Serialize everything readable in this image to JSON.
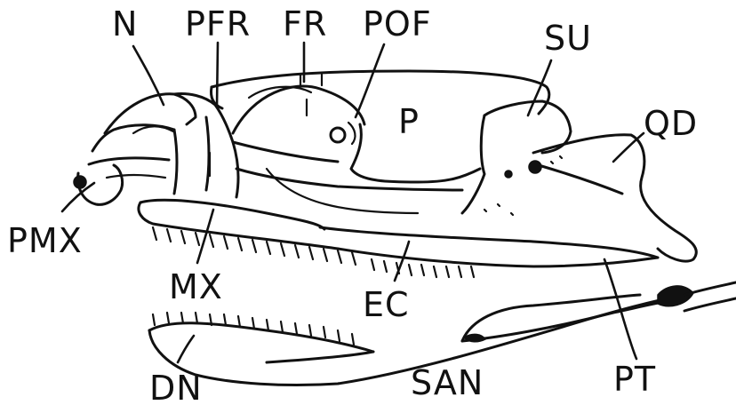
{
  "labels": {
    "N": "N",
    "PFR": "PFR",
    "FR": "FR",
    "POF": "POF",
    "SU": "SU",
    "P": "P",
    "QD": "QD",
    "PMX": "PMX",
    "MX": "MX",
    "EC": "EC",
    "DN": "DN",
    "SAN": "SAN",
    "PT": "PT"
  }
}
